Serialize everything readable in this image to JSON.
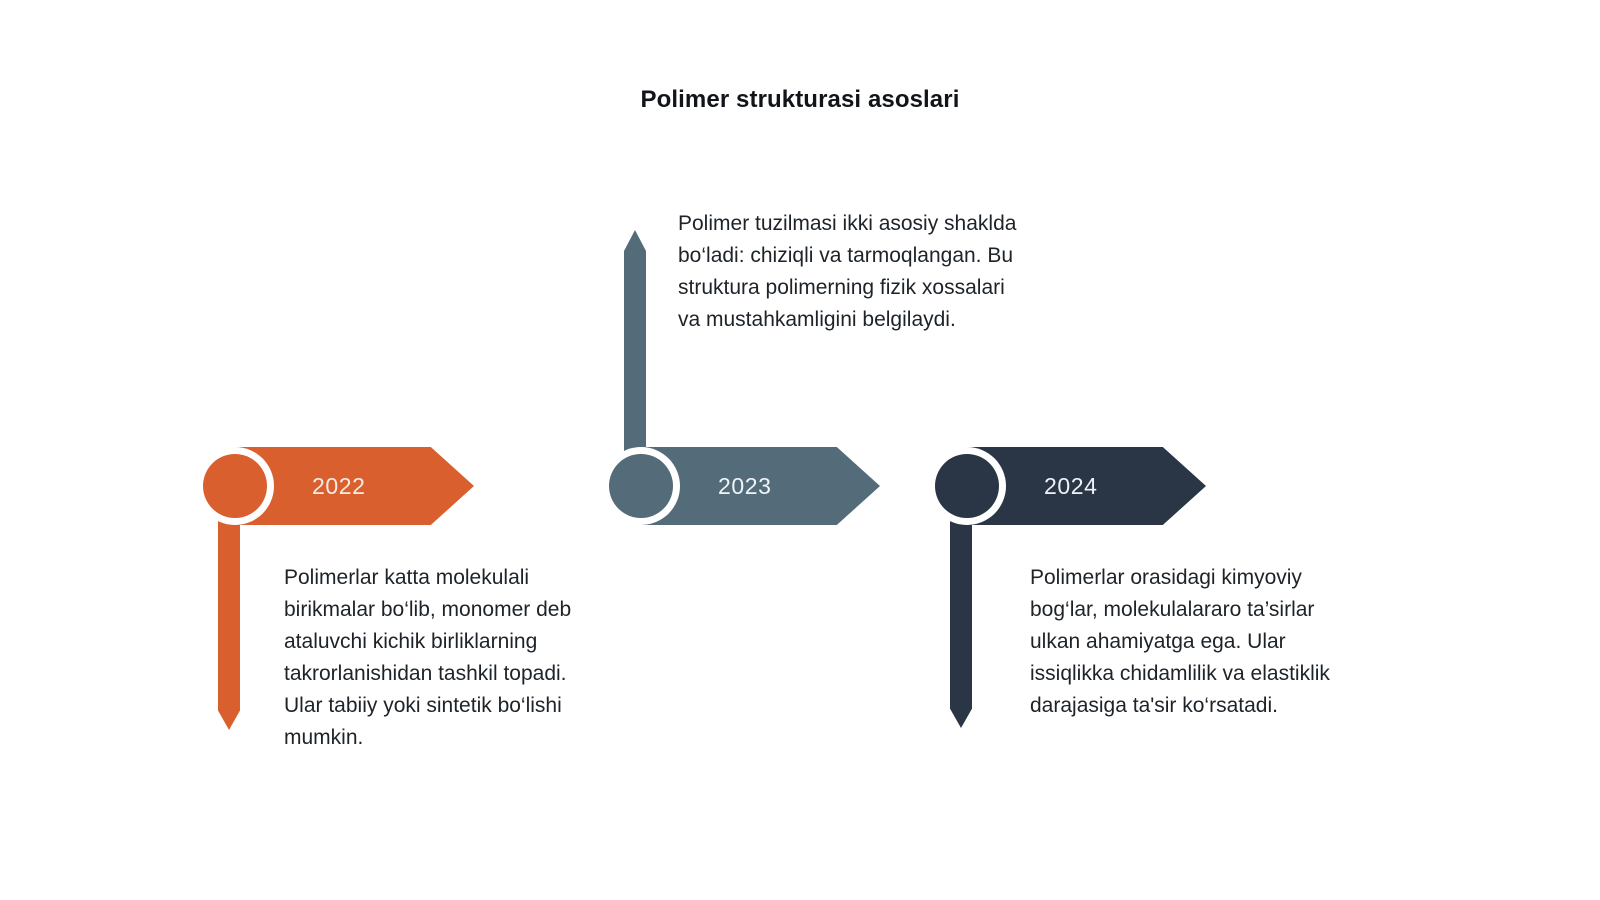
{
  "title": "Polimer strukturasi asoslari",
  "background_color": "#ffffff",
  "title_color": "#111418",
  "text_color": "#1d2328",
  "timeline": {
    "items": [
      {
        "year": "2022",
        "color": "#d9602e",
        "year_label_color": "#f7ece4",
        "stem_direction": "down",
        "text_position": "below",
        "description": "Polimerlar katta molekulali birikmalar bo‘lib, monomer deb ataluvchi kichik birliklarning takrorlanishidan tashkil topadi. Ular tabiiy yoki sintetik bo‘lishi mumkin."
      },
      {
        "year": "2023",
        "color": "#546b7a",
        "year_label_color": "#eef4f7",
        "stem_direction": "up",
        "text_position": "above",
        "description": "Polimer tuzilmasi ikki asosiy shaklda bo‘ladi: chiziqli va tarmoqlangan. Bu struktura polimerning fizik xossalari va mustahkamligini belgilaydi."
      },
      {
        "year": "2024",
        "color": "#2a3645",
        "year_label_color": "#eef2f6",
        "stem_direction": "down",
        "text_position": "below",
        "description": "Polimerlar orasidagi kimyoviy bog‘lar, molekulalararo ta’sirlar ulkan ahamiyatga ega. Ular issiqlikka chidamlilik va elastiklik darajasiga ta'sir ko‘rsatadi."
      }
    ]
  }
}
